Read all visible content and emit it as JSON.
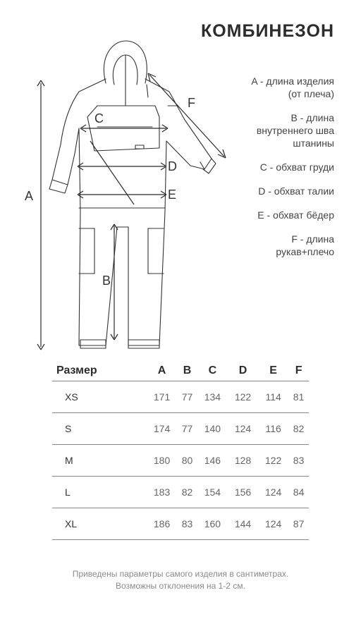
{
  "title": "КОМБИНЕЗОН",
  "diagram_labels": {
    "A": "A",
    "B": "B",
    "C": "C",
    "D": "D",
    "E": "E",
    "F": "F"
  },
  "legend": [
    "A - длина изделия\n(от плеча)",
    "B - длина\nвнутреннего шва\nштанины",
    "C - обхват груди",
    "D - обхват талии",
    "E - обхват бёдер",
    "F - длина\nрукав+плечо"
  ],
  "table": {
    "headers": [
      "Размер",
      "A",
      "B",
      "C",
      "D",
      "E",
      "F"
    ],
    "rows": [
      [
        "XS",
        "171",
        "77",
        "134",
        "122",
        "114",
        "81"
      ],
      [
        "S",
        "174",
        "77",
        "140",
        "124",
        "116",
        "82"
      ],
      [
        "M",
        "180",
        "80",
        "146",
        "128",
        "122",
        "83"
      ],
      [
        "L",
        "183",
        "82",
        "154",
        "156",
        "124",
        "84"
      ],
      [
        "XL",
        "186",
        "83",
        "160",
        "144",
        "124",
        "87"
      ]
    ]
  },
  "footnote": "Приведены параметры самого изделия в сантиметрах.\nВозможны отклонения на 1-2 см."
}
